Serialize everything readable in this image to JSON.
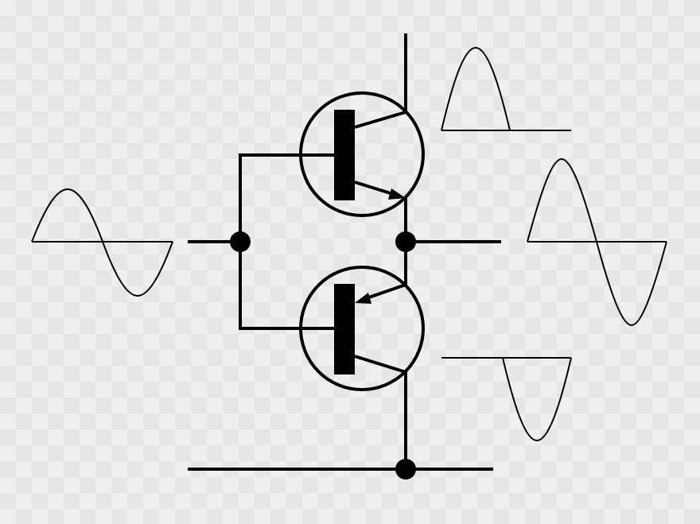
{
  "diagram": {
    "type": "push-pull transistor amplifier schematic",
    "transistors": [
      {
        "kind": "NPN"
      },
      {
        "kind": "PNP"
      }
    ],
    "waveforms": [
      {
        "role": "input",
        "shape": "full-sine"
      },
      {
        "role": "upper-output",
        "shape": "positive-half-sine"
      },
      {
        "role": "combined-output",
        "shape": "full-sine"
      },
      {
        "role": "lower-output",
        "shape": "negative-half-sine"
      }
    ],
    "colors": {
      "stroke": "#000000",
      "background": "#efefef"
    }
  }
}
